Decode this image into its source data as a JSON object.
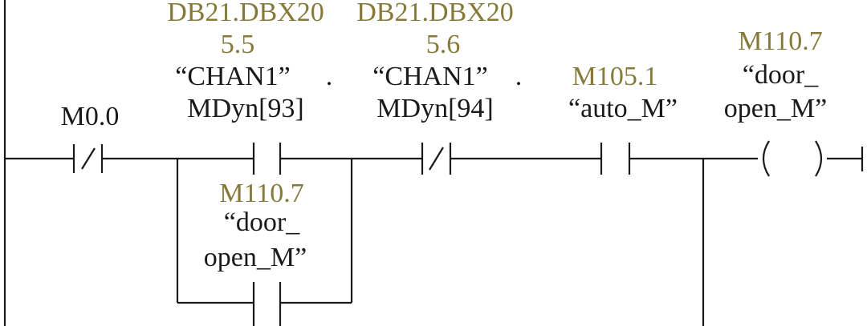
{
  "colors": {
    "line": "#1a1a1a",
    "address": "#857a3a",
    "text": "#1a1a1a",
    "background": "#ffffff"
  },
  "contacts": {
    "m0_0": {
      "type": "normally-closed",
      "address": "M0.0"
    },
    "mdyn93": {
      "type": "normally-open",
      "address_1": "DB21.DBX20",
      "address_2": "5.5",
      "symbol_1": "“CHAN1”",
      "symbol_dot": ".",
      "symbol_2": "MDyn[93]"
    },
    "mdyn94": {
      "type": "normally-closed",
      "address_1": "DB21.DBX20",
      "address_2": "5.6",
      "symbol_1": "“CHAN1”",
      "symbol_dot": ".",
      "symbol_2": "MDyn[94]"
    },
    "auto_m": {
      "type": "normally-open",
      "address": "M105.1",
      "symbol": "“auto_M”"
    },
    "door_open_branch": {
      "type": "normally-open",
      "address": "M110.7",
      "symbol_1": "“door_",
      "symbol_2": "open_M”"
    }
  },
  "coil": {
    "type": "output-coil",
    "address": "M110.7",
    "symbol_1": "“door_",
    "symbol_2": "open_M”"
  }
}
